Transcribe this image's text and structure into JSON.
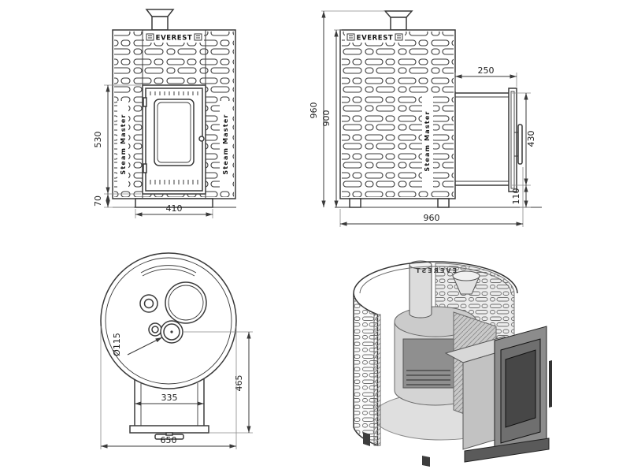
{
  "canvas": {
    "background": "#ffffff",
    "line_color": "#3a3a3a"
  },
  "brand": {
    "name": "EVEREST",
    "model": "Steam Master"
  },
  "views": {
    "front": {
      "dims": {
        "door_height_mm": "530",
        "plinth_height_mm": "70",
        "base_width_mm": "410"
      }
    },
    "side": {
      "dims": {
        "overall_height_mm": "960",
        "body_height_mm": "900",
        "tunnel_depth_mm": "250",
        "door_height_mm": "430",
        "door_to_floor_mm": "110",
        "overall_depth_mm": "960"
      }
    },
    "top": {
      "dims": {
        "chimney_diameter_mm": "Ø115",
        "tunnel_width_mm": "335",
        "center_to_front_mm": "465",
        "overall_diameter_mm": "650"
      }
    },
    "cutaway": {
      "brand_mirrored": "EVEREST"
    }
  }
}
